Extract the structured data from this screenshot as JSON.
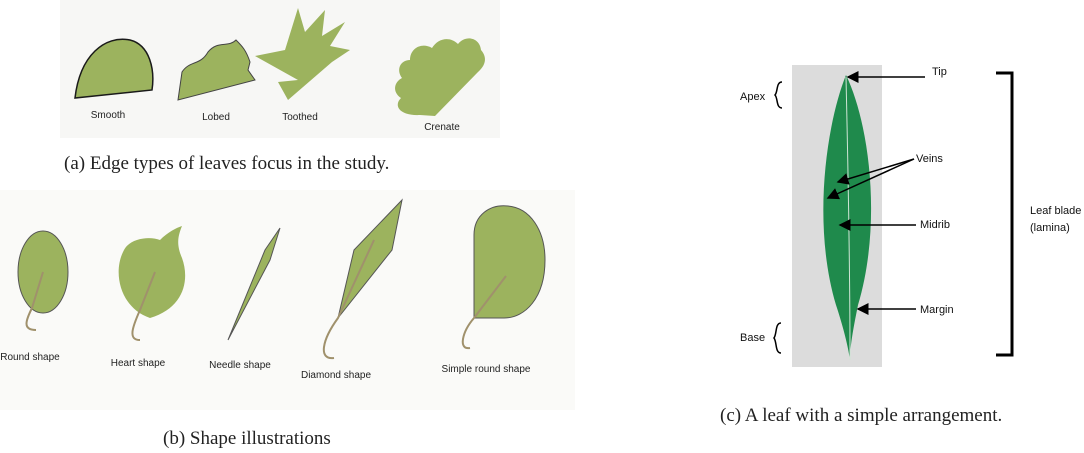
{
  "panel_a": {
    "caption": "(a)  Edge types of leaves focus in the study.",
    "edge_types": [
      "Smooth",
      "Lobed",
      "Toothed",
      "Crenate"
    ]
  },
  "panel_b": {
    "caption": "(b) Shape illustrations",
    "shapes": [
      "Round shape",
      "Heart shape",
      "Needle shape",
      "Diamond shape",
      "Simple round shape"
    ]
  },
  "panel_c": {
    "caption": "(c)  A leaf with a simple arrangement.",
    "labels": {
      "tip": "Tip",
      "apex": "Apex",
      "veins": "Veins",
      "midrib": "Midrib",
      "margin": "Margin",
      "base": "Base",
      "leaf_blade_1": "Leaf blade",
      "leaf_blade_2": "(lamina)"
    }
  },
  "colors": {
    "leaf_fill": "#9cb35e",
    "leaf_stroke": "#1a1a1a",
    "stem": "#a0916c",
    "photo_bg": "#dcdcdc",
    "real_leaf": "#1f8a4c"
  }
}
